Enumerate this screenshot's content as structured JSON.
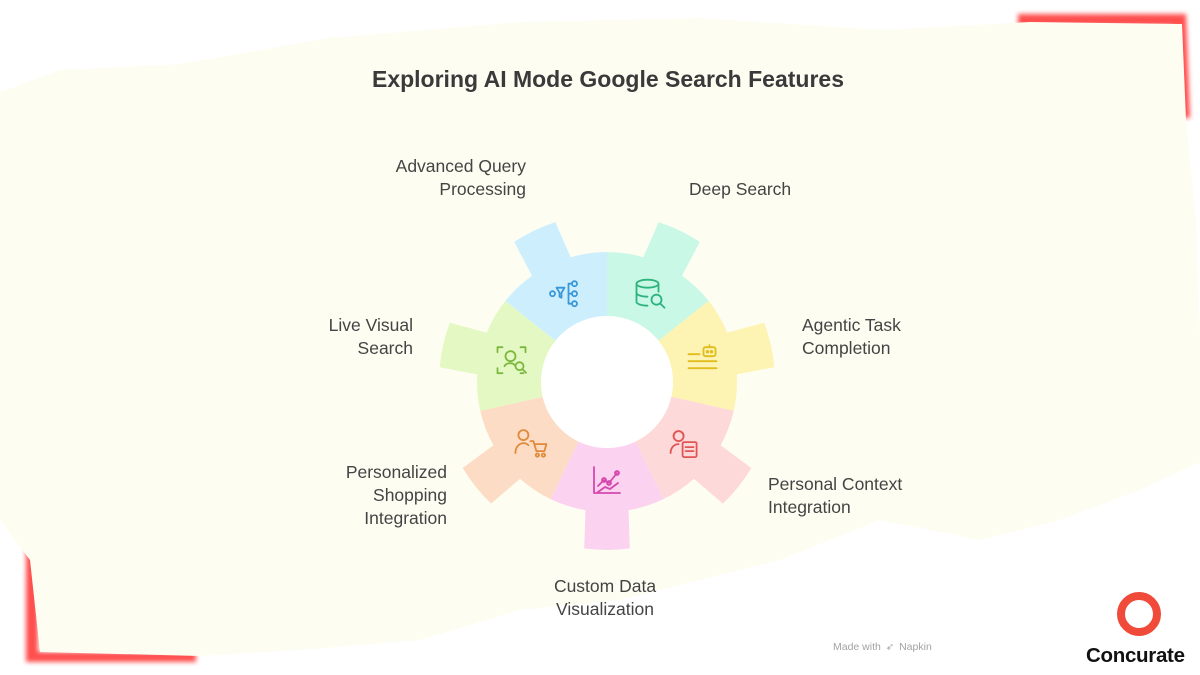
{
  "title": "Exploring AI Mode Google Search Features",
  "features": [
    {
      "lines": [
        "Advanced Query",
        "Processing"
      ],
      "color": "#cdeffd",
      "icon": "funnel-tree-icon",
      "icon_color": "#3a98d8"
    },
    {
      "lines": [
        "Deep Search"
      ],
      "color": "#c9f8e6",
      "icon": "database-search-icon",
      "icon_color": "#2fb37e"
    },
    {
      "lines": [
        "Agentic Task",
        "Completion"
      ],
      "color": "#fdf3b3",
      "icon": "robot-list-icon",
      "icon_color": "#e0bd1a"
    },
    {
      "lines": [
        "Personal Context",
        "Integration"
      ],
      "color": "#fdd9d9",
      "icon": "person-document-icon",
      "icon_color": "#e25555"
    },
    {
      "lines": [
        "Custom Data",
        "Visualization"
      ],
      "color": "#fbd3f1",
      "icon": "line-chart-icon",
      "icon_color": "#d548ad"
    },
    {
      "lines": [
        "Personalized",
        "Shopping",
        "Integration"
      ],
      "color": "#fddcc5",
      "icon": "person-cart-icon",
      "icon_color": "#e08a3a"
    },
    {
      "lines": [
        "Live Visual",
        "Search"
      ],
      "color": "#e4f8c4",
      "icon": "visual-scan-icon",
      "icon_color": "#7cb83c"
    }
  ],
  "watermark": {
    "prefix": "Made with",
    "name": "Napkin"
  },
  "brand": {
    "name": "Concurate",
    "color": "#f04b3a"
  }
}
